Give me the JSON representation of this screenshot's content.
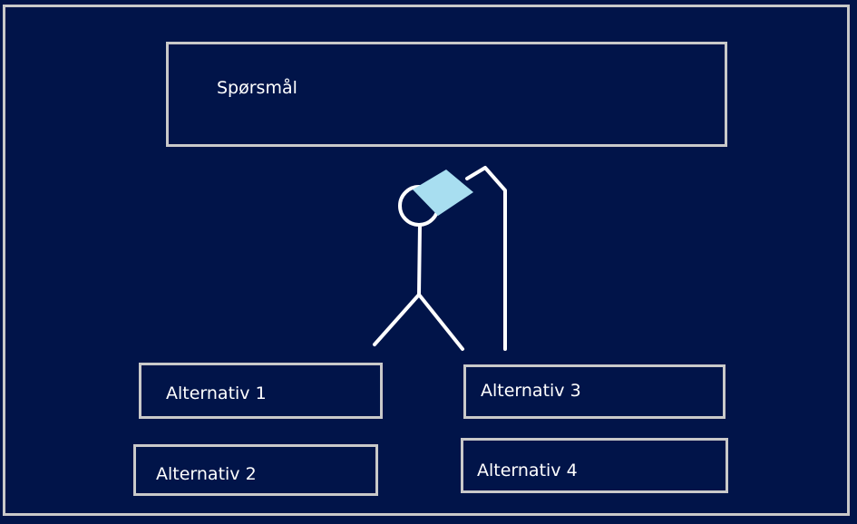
{
  "question": {
    "label": "Spørsmål"
  },
  "alternatives": [
    {
      "label": "Alternativ 1"
    },
    {
      "label": "Alternativ 2"
    },
    {
      "label": "Alternativ 3"
    },
    {
      "label": "Alternativ 4"
    }
  ],
  "figure": {
    "icon": "hangman-figure-icon",
    "blindfold_color": "#a8def0"
  },
  "colors": {
    "background": "#011449",
    "border": "#c9c9c9",
    "text": "#ffffff"
  }
}
